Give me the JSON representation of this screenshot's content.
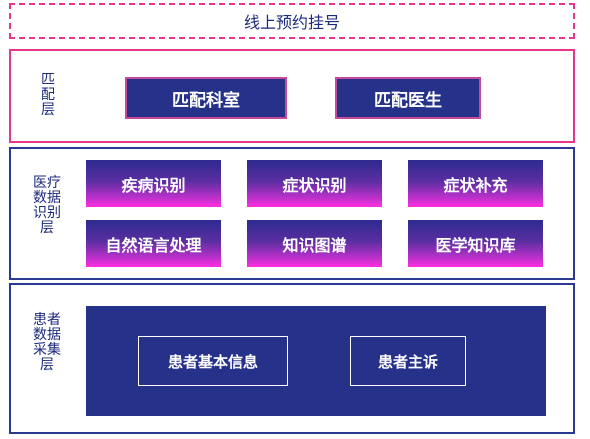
{
  "title": "线上预约挂号",
  "match_layer": {
    "label": [
      "匹",
      "配",
      "层"
    ],
    "buttons": [
      "匹配科室",
      "匹配医生"
    ]
  },
  "medical_layer": {
    "label": [
      "医疗",
      "数据",
      "识别",
      "层"
    ],
    "modules": [
      "疾病识别",
      "症状识别",
      "症状补充",
      "自然语言处理",
      "知识图谱",
      "医学知识库"
    ]
  },
  "patient_layer": {
    "label": [
      "患者",
      "数据",
      "采集",
      "层"
    ],
    "modules": [
      "患者基本信息",
      "患者主诉"
    ]
  },
  "colors": {
    "pink": "#e8368c",
    "navy": "#26318a",
    "gradient_top": "#2d2a90",
    "gradient_bottom": "#ff2ee0"
  }
}
